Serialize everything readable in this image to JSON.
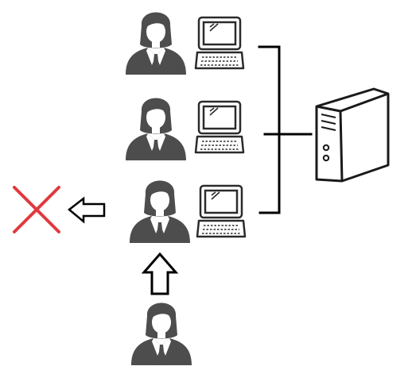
{
  "diagram": {
    "type": "network-replacement-illustration",
    "nodes": [
      {
        "id": "user-1",
        "icon": "person-icon",
        "role": "workstation user"
      },
      {
        "id": "user-2",
        "icon": "person-icon",
        "role": "workstation user"
      },
      {
        "id": "user-3",
        "icon": "person-icon",
        "role": "workstation user"
      },
      {
        "id": "user-4",
        "icon": "person-icon",
        "role": "incoming user"
      },
      {
        "id": "laptop-1",
        "icon": "laptop-icon"
      },
      {
        "id": "laptop-2",
        "icon": "laptop-icon"
      },
      {
        "id": "laptop-3",
        "icon": "laptop-icon"
      },
      {
        "id": "server",
        "icon": "server-icon"
      },
      {
        "id": "removed",
        "icon": "x-mark-icon"
      }
    ],
    "edges": [
      {
        "from": "laptop-1",
        "to": "server",
        "style": "bracket-line"
      },
      {
        "from": "laptop-2",
        "to": "server",
        "style": "bracket-line"
      },
      {
        "from": "laptop-3",
        "to": "server",
        "style": "bracket-line"
      },
      {
        "from": "user-4",
        "to": "user-3",
        "style": "outline-arrow-up"
      },
      {
        "from": "user-3",
        "to": "removed",
        "style": "outline-arrow-left"
      }
    ]
  },
  "colors": {
    "person": "#4d4d4d",
    "person_collar": "#ffffff",
    "laptop_stroke": "#2b2b2b",
    "server_stroke": "#1a1a1a",
    "line": "#000000",
    "x_mark": "#e03a3e",
    "background": "#ffffff"
  }
}
